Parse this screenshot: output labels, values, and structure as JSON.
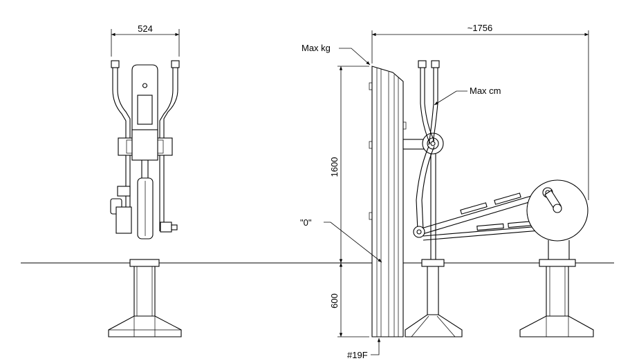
{
  "dimensions": {
    "front_width": "524",
    "overall_length": "~1756",
    "height_above_ground": "1600",
    "depth_below_ground": "600"
  },
  "labels": {
    "max_kg": "Max kg",
    "max_cm": "Max cm",
    "zero_level": "\"0\"",
    "part_number": "#19F"
  }
}
